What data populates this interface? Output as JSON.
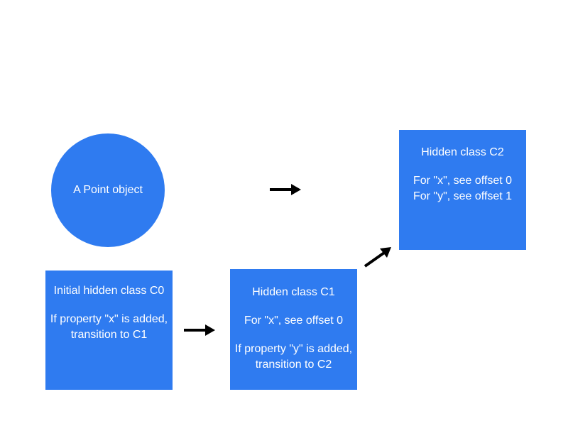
{
  "point_object": {
    "label": "A Point object"
  },
  "class_c0": {
    "title": "Initial hidden class C0",
    "rule_line1": "If property \"x\" is added,",
    "rule_line2": "transition to C1"
  },
  "class_c1": {
    "title": "Hidden class C1",
    "offset_x": "For \"x\", see offset 0",
    "rule_line1": "If property \"y\" is added,",
    "rule_line2": "transition to C2"
  },
  "class_c2": {
    "title": "Hidden class C2",
    "offset_x": "For \"x\", see offset 0",
    "offset_y": "For \"y\", see offset 1"
  },
  "colors": {
    "node_fill": "#2f7bf0",
    "arrow": "#000000"
  }
}
